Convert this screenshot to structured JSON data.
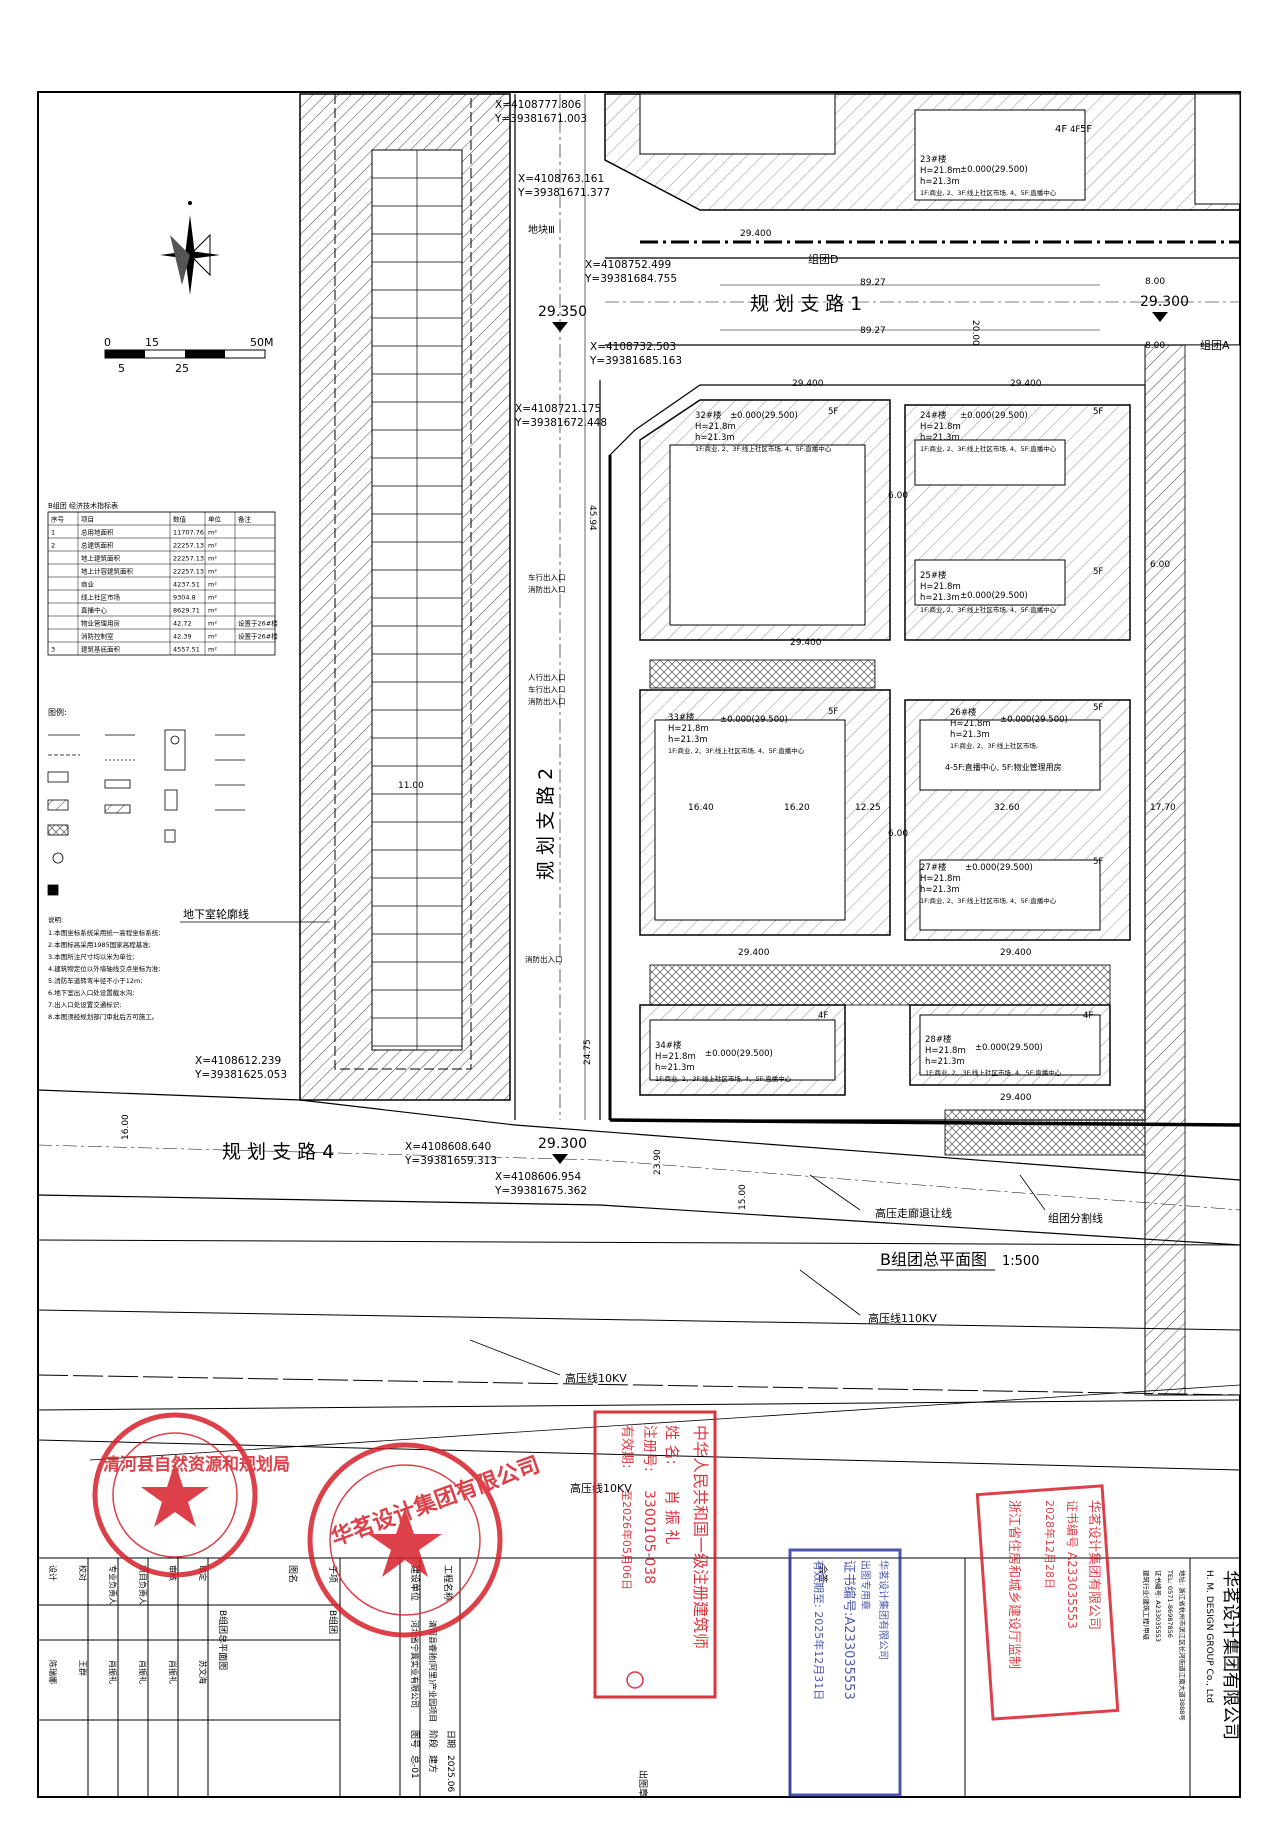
{
  "drawing": {
    "title": "B组团总平面图",
    "scale": "1:500"
  },
  "roads": {
    "road1": "规 划 支 路 1",
    "road2": "规 划 支 路 2",
    "road4": "规 划 支 路 4"
  },
  "elevations": {
    "e1": "29.350",
    "e2": "29.300",
    "e3": "29.300",
    "small": "29.400"
  },
  "coords": [
    "X=4108777.806",
    "Y=39381671.003",
    "X=4108763.161",
    "Y=39381671.377",
    "X=4108752.499",
    "Y=39381684.755",
    "X=4108732.503",
    "Y=39381685.163",
    "X=4108721.175",
    "Y=39381672.448",
    "X=4108612.239",
    "Y=39381625.053",
    "X=4108608.640",
    "Y=39381659.313",
    "X=4108606.954",
    "Y=39381675.362"
  ],
  "dimensions": {
    "d89a": "89.27",
    "d89b": "89.27",
    "d20": "20.00",
    "d8a": "8.00",
    "d8b": "8.00",
    "d6a": "6.00",
    "d6b": "6.00",
    "d6c": "6.00",
    "d1640": "16.40",
    "d1620": "16.20",
    "d1225": "12.25",
    "d3260": "32.60",
    "d1770": "17.70",
    "d1600": "16.00",
    "d2390": "23.90",
    "d1500": "15.00",
    "d2475": "24.75",
    "d1100": "11.00",
    "d4594": "45.94"
  },
  "buildings": {
    "b32": {
      "name": "32#楼",
      "h1": "H=21.8m",
      "h2": "h=21.3m",
      "elev": "±0.000(29.500)",
      "use": "1F:商业, 2、3F:线上社区市场, 4、5F:直播中心",
      "floors": "5F"
    },
    "b24": {
      "name": "24#楼",
      "h1": "H=21.8m",
      "h2": "h=21.3m",
      "elev": "±0.000(29.500)",
      "use": "1F:商业, 2、3F:线上社区市场, 4、5F:直播中心",
      "floors": "5F"
    },
    "b25": {
      "name": "25#楼",
      "h1": "H=21.8m",
      "h2": "h=21.3m",
      "elev": "±0.000(29.500)",
      "use": "1F:商业, 2、3F:线上社区市场, 4、5F:直播中心",
      "floors": "5F"
    },
    "b33": {
      "name": "33#楼",
      "h1": "H=21.8m",
      "h2": "h=21.3m",
      "elev": "±0.000(29.500)",
      "use": "1F:商业, 2、3F:线上社区市场, 4、5F:直播中心",
      "floors": "5F"
    },
    "b26": {
      "name": "26#楼",
      "h1": "H=21.8m",
      "h2": "h=21.3m",
      "elev": "±0.000(29.500)",
      "use": "1F:商业, 2、3F:线上社区市场,",
      "use2": "4-5F:直播中心, 5F:物业管理用房",
      "floors": "5F"
    },
    "b27": {
      "name": "27#楼",
      "h1": "H=21.8m",
      "h2": "h=21.3m",
      "elev": "±0.000(29.500)",
      "use": "1F:商业, 2、3F:线上社区市场, 4、5F:直播中心",
      "floors": "5F"
    },
    "b34": {
      "name": "34#楼",
      "h1": "H=21.8m",
      "h2": "h=21.3m",
      "elev": "±0.000(29.500)",
      "use": "1F:商业, 2、3F:线上社区市场, 4、5F:直播中心",
      "floors": "4F"
    },
    "b28": {
      "name": "28#楼",
      "h1": "H=21.8m",
      "h2": "h=21.3m",
      "elev": "±0.000(29.500)",
      "use": "1F:商业, 2、3F:线上社区市场, 4、5F:直播中心",
      "floors": "4F"
    },
    "b23": {
      "name": "23#楼",
      "h1": "H=21.8m",
      "h2": "h=21.3m",
      "elev": "±0.000(29.500)",
      "use": "1F:商业, 2、3F:线上社区市场, 4、5F:直播中心",
      "floors": "4F"
    }
  },
  "labels": {
    "groupD": "组团D",
    "groupA": "组团A",
    "plot": "地块Ⅲ",
    "basement": "地下室轮廓线",
    "hv_setback": "高压走廊退让线",
    "group_line": "组团分割线",
    "hv110": "高压线110KV",
    "hv10a": "高压线10KV",
    "hv10b": "高压线10KV",
    "entrance1": "车行出入口",
    "entrance2": "消防出入口",
    "entrance3": "人行出入口",
    "entrance4": "车行出入口",
    "entrance5": "消防出入口",
    "entrance6": "消防出入口",
    "f4": "4F",
    "f5": "5F"
  },
  "scalebar": {
    "t0": "0",
    "t15": "15",
    "t50": "50M",
    "t5": "5",
    "t25": "25"
  },
  "table": {
    "title": "B组团  经济技术指标表",
    "headers": [
      "序号",
      "项目",
      "数值",
      "单位",
      "备注"
    ],
    "rows": [
      [
        "1",
        "总用地面积",
        "11707.76",
        "m²",
        ""
      ],
      [
        "2",
        "总建筑面积",
        "22257.13",
        "m²",
        ""
      ],
      [
        "",
        "地上建筑面积",
        "22257.13",
        "m²",
        ""
      ],
      [
        "",
        "地上计容建筑面积",
        "22257.13",
        "m²",
        ""
      ],
      [
        "",
        "商业",
        "4237.51",
        "m²",
        ""
      ],
      [
        "",
        "线上社区市场",
        "9304.8",
        "m²",
        ""
      ],
      [
        "",
        "直播中心",
        "8629.71",
        "m²",
        ""
      ],
      [
        "",
        "物业管理用房",
        "42.72",
        "m²",
        "设置于26#楼"
      ],
      [
        "",
        "消防控制室",
        "42.39",
        "m²",
        "设置于26#楼"
      ],
      [
        "3",
        "建筑基底面积",
        "4557.51",
        "m²",
        ""
      ]
    ]
  },
  "legend": {
    "title": "图例:"
  },
  "notes": {
    "title": "说明:",
    "lines": [
      "1.本图坐标系统采用统一高程坐标系统;",
      "2.本图标高采用1985国家高程基准;",
      "3.本图所注尺寸均以米为单位;",
      "4.建筑物定位以外墙轴线交点坐标为准;",
      "5.消防车道转弯半径不小于12m;",
      "6.地下室出入口处设置截水沟;",
      "7.出入口处设置交通标识;",
      "8.本图须经规划部门审批后方可施工。"
    ]
  },
  "stamps": {
    "county": "清河县自然资源和规划局",
    "company": "华茗设计集团有限公司",
    "architect_title": "中华人民共和国一级注册建筑师",
    "architect_name_label": "姓 名:",
    "architect_name": "肖 振 礼",
    "reg_label": "注册号:",
    "reg_no": "3300105-038",
    "valid_label": "有效期:",
    "valid": "至2026年05月06日",
    "blue_line1": "华茗设计集团有限公司",
    "blue_line2": "出图专用章",
    "blue_line3": "证书编号:A233035553",
    "blue_line4": "有效期至: 2025年12月31日",
    "right_line1": "华茗设计集团有限公司",
    "right_line2": "证书编号 A233035553",
    "right_line3": "2028年12月28日",
    "right_line4": "浙江省住房和城乡建设厅监制"
  },
  "titleblock": {
    "company_cn": "华茗设计集团有限公司",
    "company_en": "H. M. DESIGN GROUP Co., Ltd",
    "address": "地址: 浙江省杭州市滨江区长河街道江南大道3888号",
    "tel": "TEL: 0571-86987856",
    "cert1": "证书编号: A233035553",
    "cert2": "建筑行业(建筑工程)甲级",
    "project_label": "工程名称",
    "project": "清河县睿驰(阿里)产业园项目",
    "client_label": "建设单位",
    "client": "河北省宁冀实业有限公司",
    "subitem_label": "子项",
    "subitem": "B组团",
    "drawing_label": "图名",
    "drawing": "B组团总平面图",
    "date_label": "日期",
    "date": "2025.06",
    "stage_label": "阶段",
    "stage": "建方",
    "no_label": "图号",
    "no": "总-01",
    "roles": [
      "审定",
      "审核",
      "项目负责人",
      "专业负责人",
      "校对",
      "设计"
    ],
    "names": [
      "苏文海",
      "肖振礼",
      "肖振礼",
      "肖振礼",
      "王群",
      "陈瑞娜"
    ],
    "stamp_col": "会签",
    "seal_col": "出图章"
  }
}
